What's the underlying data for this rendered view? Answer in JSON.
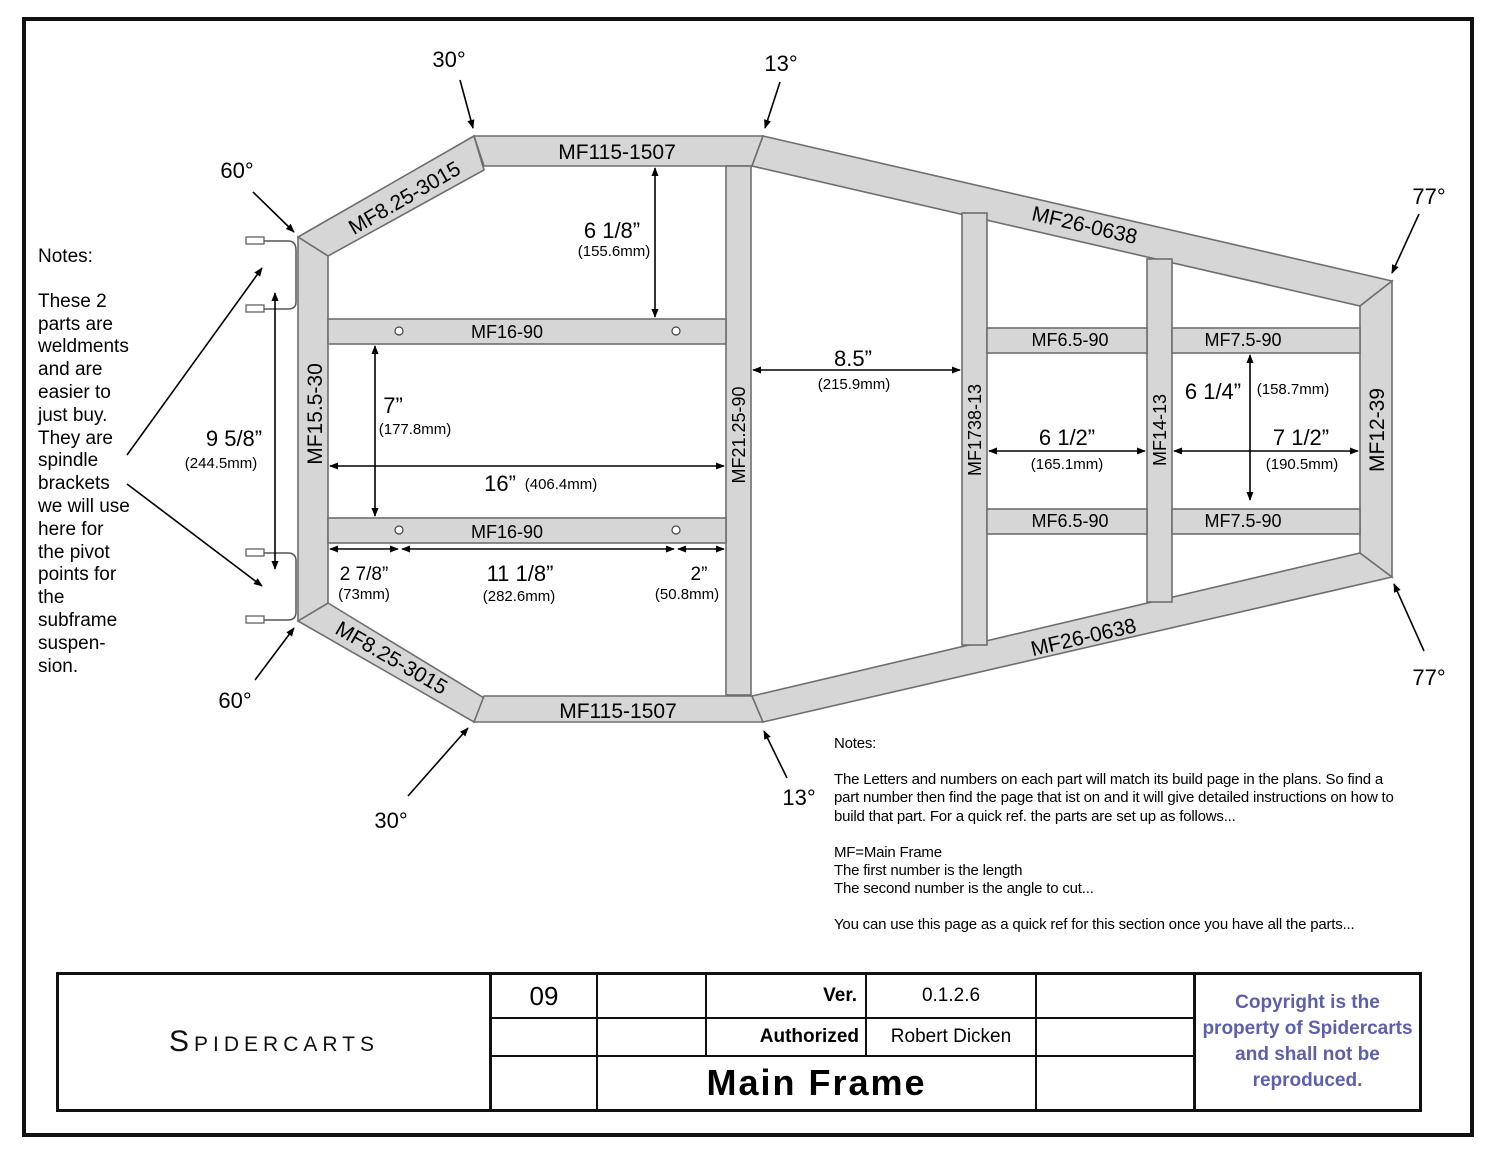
{
  "parts": {
    "top_left_diag": "MF8.25-3015",
    "bottom_left_diag": "MF8.25-3015",
    "top_rail": "MF115-1507",
    "bottom_rail": "MF115-1507",
    "top_right_diag": "MF26-0638",
    "bottom_right_diag": "MF26-0638",
    "left_end": "MF15.5-30",
    "crossmember_upper": "MF16-90",
    "crossmember_lower": "MF16-90",
    "center_upright": "MF21.25-90",
    "upright_3": "MF1738-13",
    "upright_4": "MF14-13",
    "right_end": "MF12-39",
    "short_upper_1": "MF6.5-90",
    "short_upper_2": "MF7.5-90",
    "short_lower_1": "MF6.5-90",
    "short_lower_2": "MF7.5-90"
  },
  "angles": {
    "top_30": "30°",
    "top_13": "13°",
    "upper_60": "60°",
    "lower_60": "60°",
    "upper_77": "77°",
    "lower_77": "77°",
    "bottom_30": "30°",
    "bottom_13": "13°"
  },
  "dims": {
    "d_618": "6 1/8”",
    "d_618_mm": "(155.6mm)",
    "d_958": "9 5/8”",
    "d_958_mm": "(244.5mm)",
    "d_7": "7”",
    "d_7_mm": "(177.8mm)",
    "d_16": "16”",
    "d_16_mm": "(406.4mm)",
    "d_85": "8.5”",
    "d_85_mm": "(215.9mm)",
    "d_612": "6 1/2”",
    "d_612_mm": "(165.1mm)",
    "d_614": "6 1/4”",
    "d_614_mm": "(158.7mm)",
    "d_712": "7 1/2”",
    "d_712_mm": "(190.5mm)",
    "d_278": "2 7/8”",
    "d_278_mm": "(73mm)",
    "d_1118": "11 1/8”",
    "d_1118_mm": "(282.6mm)",
    "d_2": "2”",
    "d_2_mm": "(50.8mm)"
  },
  "notes_left": {
    "heading": "Notes:",
    "lines": [
      "These 2",
      "parts are",
      "weldments",
      "and are",
      "easier to",
      "just buy.",
      "They are",
      "spindle",
      "brackets",
      "we will use",
      "here for",
      "the pivot",
      "points for",
      "the",
      "subframe",
      "suspen-",
      "sion."
    ]
  },
  "notes_bottom": {
    "heading": "Notes:",
    "para1": [
      "The Letters and numbers on each part will match its build page in the plans.  So find a",
      "part number then find the page that ist on and it will give detailed instructions on how to",
      "build that part.  For a quick ref.  the parts are set up as follows..."
    ],
    "para2": [
      "MF=Main Frame",
      "The first number is the length",
      "The second number is the angle to cut..."
    ],
    "para3": "You can use this page as a quick ref for this section once you have all the parts..."
  },
  "title_block": {
    "brand": "Spidercarts",
    "page": "09",
    "ver_label": "Ver.",
    "ver_value": "0.1.2.6",
    "auth_label": "Authorized",
    "auth_value": "Robert Dicken",
    "title": "Main Frame",
    "copyright": [
      "Copyright is the",
      "property of Spidercarts",
      "and shall not be",
      "reproduced."
    ]
  },
  "colors": {
    "tube_fill": "#d6d6d6",
    "tube_stroke": "#6e6e6e",
    "copyright_text": "#5b5fae"
  }
}
